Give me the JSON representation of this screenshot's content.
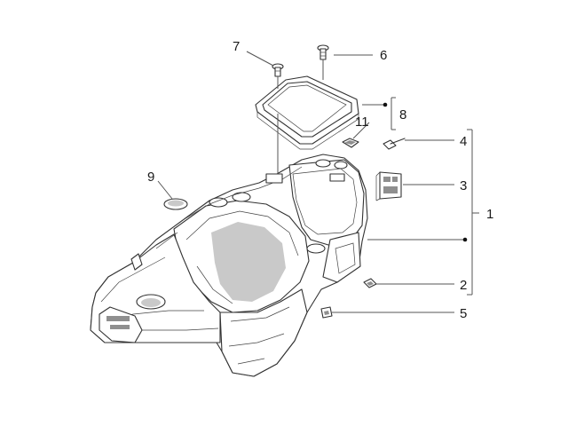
{
  "callouts": [
    {
      "id": "c1",
      "label": "1"
    },
    {
      "id": "c2",
      "label": "2"
    },
    {
      "id": "c3",
      "label": "3"
    },
    {
      "id": "c4",
      "label": "4"
    },
    {
      "id": "c5",
      "label": "5"
    },
    {
      "id": "c6",
      "label": "6"
    },
    {
      "id": "c7",
      "label": "7"
    },
    {
      "id": "c8",
      "label": "8"
    },
    {
      "id": "c9",
      "label": "9"
    },
    {
      "id": "c11",
      "label": "11"
    }
  ]
}
